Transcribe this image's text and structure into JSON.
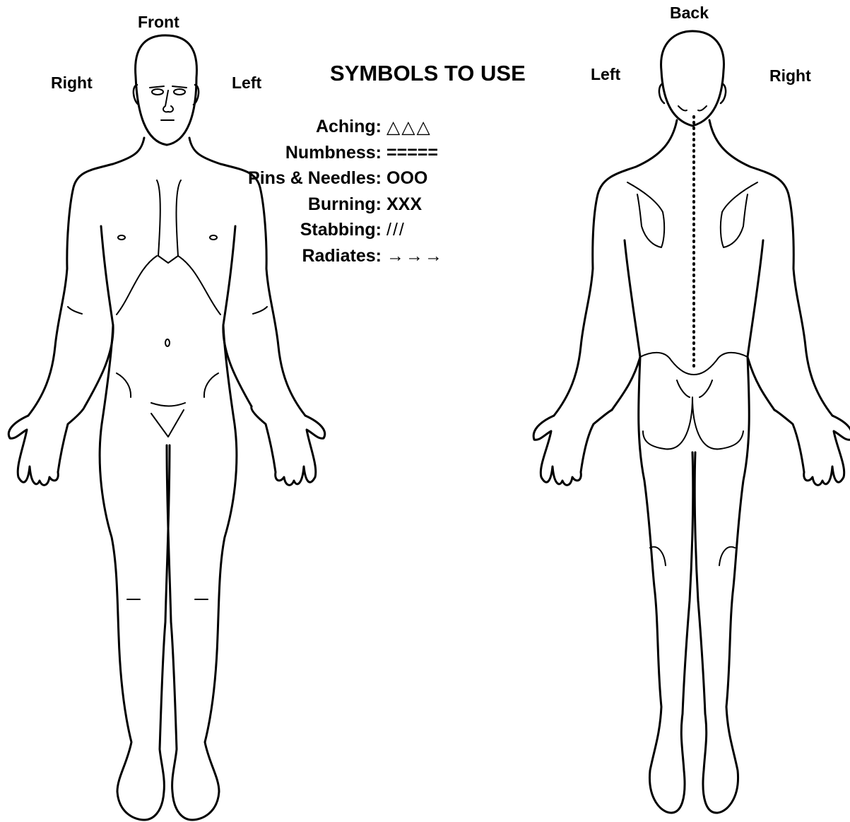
{
  "front": {
    "title": "Front",
    "right_label": "Right",
    "left_label": "Left"
  },
  "back": {
    "title": "Back",
    "left_label": "Left",
    "right_label": "Right"
  },
  "legend": {
    "title": "SYMBOLS TO USE",
    "items": [
      {
        "name": "Aching:",
        "symbol": "△△△"
      },
      {
        "name": "Numbness:",
        "symbol": "====="
      },
      {
        "name": "Pins & Needles:",
        "symbol": "OOO"
      },
      {
        "name": "Burning:",
        "symbol": "XXX"
      },
      {
        "name": "Stabbing:",
        "symbol": "///"
      },
      {
        "name": "Radiates:",
        "symbol": "→→→"
      }
    ]
  }
}
